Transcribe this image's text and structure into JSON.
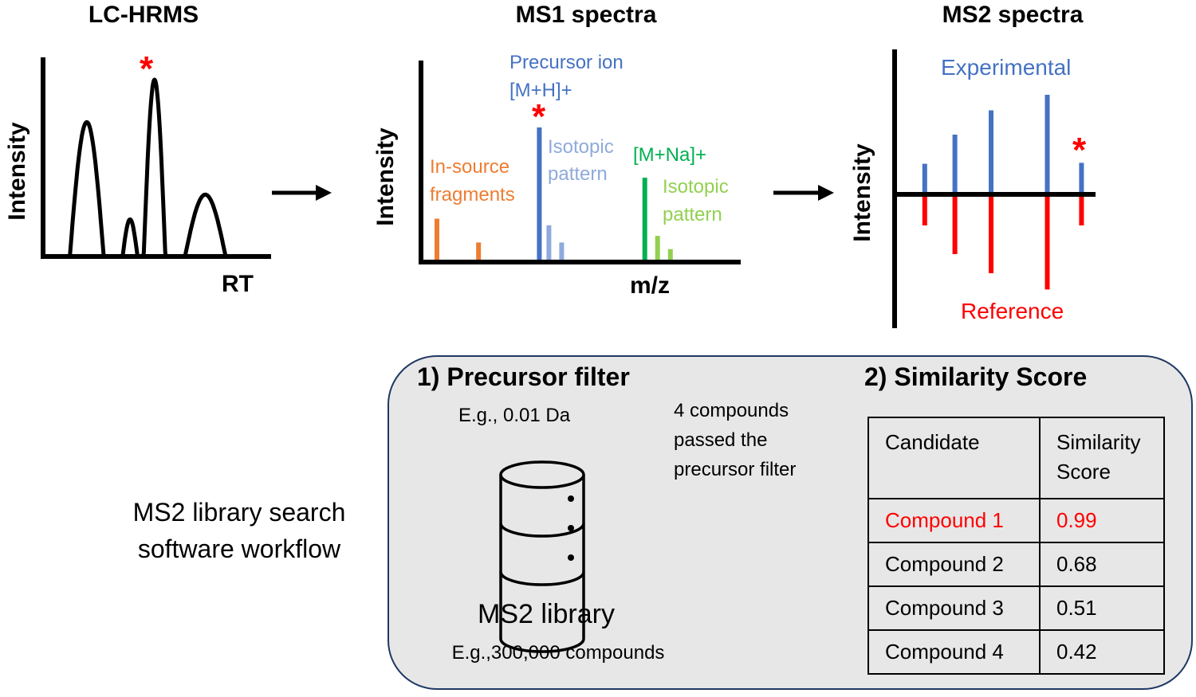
{
  "panels": {
    "lc": {
      "title": "LC-HRMS",
      "ylabel": "Intensity",
      "xlabel": "RT",
      "marker": "*"
    },
    "ms1": {
      "title": "MS1 spectra",
      "ylabel": "Intensity",
      "xlabel": "m/z",
      "marker": "*",
      "annotations": {
        "precursor_line1": "Precursor ion",
        "precursor_line2": "[M+H]+",
        "iso1_line1": "Isotopic",
        "iso1_line2": "pattern",
        "insource_line1": "In-source",
        "insource_line2": "fragments",
        "na_adduct": "[M+Na]+",
        "iso2_line1": "Isotopic",
        "iso2_line2": "pattern"
      }
    },
    "ms2": {
      "title": "MS2 spectra",
      "ylabel": "Intensity",
      "experimental_label": "Experimental",
      "reference_label": "Reference",
      "marker": "*"
    }
  },
  "workflow": {
    "side_label_line1": "MS2 library search",
    "side_label_line2": "software workflow",
    "step1": {
      "title": "1) Precursor filter",
      "tolerance": "E.g., 0.01 Da",
      "library_label": "MS2 library",
      "library_size": "E.g.,300,000 compounds"
    },
    "transition": {
      "line1": "4 compounds",
      "line2": "passed the",
      "line3": "precursor filter"
    },
    "step2": {
      "title": "2) Similarity Score",
      "table": {
        "headers": [
          "Candidate",
          "Similarity Score"
        ],
        "header_line2": "Score",
        "header_line1": "Similarity",
        "rows": [
          {
            "candidate": "Compound 1",
            "score": "0.99",
            "highlight": true
          },
          {
            "candidate": "Compound 2",
            "score": "0.68",
            "highlight": false
          },
          {
            "candidate": "Compound 3",
            "score": "0.51",
            "highlight": false
          },
          {
            "candidate": "Compound 4",
            "score": "0.42",
            "highlight": false
          }
        ]
      }
    }
  },
  "colors": {
    "precursor_blue": "#4472c4",
    "isotope_light_blue": "#8faadc",
    "fragment_orange": "#ed7d31",
    "na_green": "#00b050",
    "isotope_light_green": "#92d050",
    "highlight_red": "#ff0000",
    "box_border": "#1f3864",
    "box_fill": "#e7e7e7"
  },
  "chart_data": [
    {
      "type": "line",
      "title": "LC-HRMS",
      "xlabel": "RT",
      "ylabel": "Intensity",
      "grid": false,
      "peaks": [
        {
          "rt": 0.19,
          "height": 0.76
        },
        {
          "rt": 0.42,
          "height": 0.21
        },
        {
          "rt": 0.55,
          "height": 1.0,
          "marked": true
        },
        {
          "rt": 0.82,
          "height": 0.35
        }
      ]
    },
    {
      "type": "bar",
      "title": "MS1 spectra",
      "xlabel": "m/z",
      "ylabel": "Intensity",
      "grid": false,
      "series": [
        {
          "name": "In-source fragments",
          "x": [
            0.05,
            0.18
          ],
          "values": [
            0.31,
            0.13
          ]
        },
        {
          "name": "Precursor ion [M+H]+",
          "x": [
            0.37
          ],
          "values": [
            1.0
          ],
          "marked": true
        },
        {
          "name": "Isotopic pattern (M+H)",
          "x": [
            0.4,
            0.44
          ],
          "values": [
            0.26,
            0.13
          ]
        },
        {
          "name": "[M+Na]+",
          "x": [
            0.7
          ],
          "values": [
            0.62
          ]
        },
        {
          "name": "Isotopic pattern (M+Na)",
          "x": [
            0.74,
            0.78
          ],
          "values": [
            0.18,
            0.08
          ]
        }
      ]
    },
    {
      "type": "bar",
      "title": "MS2 spectra",
      "ylabel": "Intensity",
      "grid": false,
      "series": [
        {
          "name": "Experimental",
          "x": [
            0.15,
            0.3,
            0.48,
            0.76,
            0.93
          ],
          "values": [
            0.29,
            0.59,
            0.84,
            1.0,
            0.3
          ]
        },
        {
          "name": "Reference",
          "x": [
            0.15,
            0.3,
            0.48,
            0.76,
            0.93
          ],
          "values": [
            -0.3,
            -0.6,
            -0.8,
            -0.97,
            -0.3
          ]
        }
      ],
      "marked_index": 4
    }
  ]
}
